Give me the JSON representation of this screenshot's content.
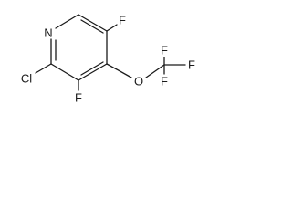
{
  "molecule": {
    "atoms": {
      "n": "N",
      "cl": "Cl",
      "f_top": "F",
      "f_bottom": "F",
      "o": "O",
      "cf3_f_top": "F",
      "cf3_f_right": "F",
      "cf3_f_bottom": "F"
    }
  }
}
